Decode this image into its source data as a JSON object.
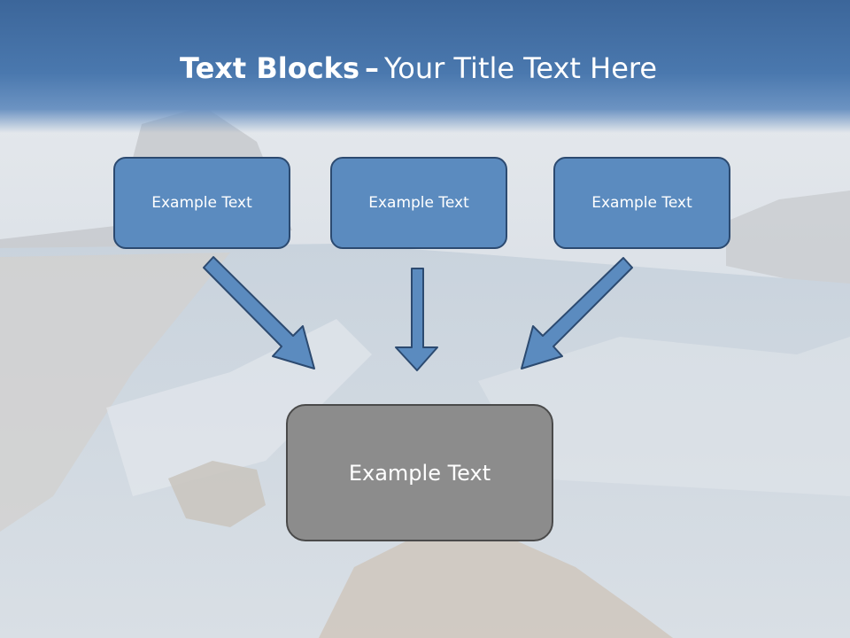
{
  "title": {
    "bold": "Text Blocks",
    "dash": "–",
    "rest": "Your Title Text Here"
  },
  "blocks": [
    {
      "label": "Example Text"
    },
    {
      "label": "Example Text"
    },
    {
      "label": "Example Text"
    }
  ],
  "target": {
    "label": "Example Text"
  },
  "colors": {
    "header": "#4a78ae",
    "block_fill": "#5b8bbf",
    "block_border": "#2c4a70",
    "target_fill": "#8c8c8c",
    "target_border": "#4a4a4a",
    "arrow_fill": "#5b8bbf",
    "arrow_stroke": "#2c4a70"
  }
}
